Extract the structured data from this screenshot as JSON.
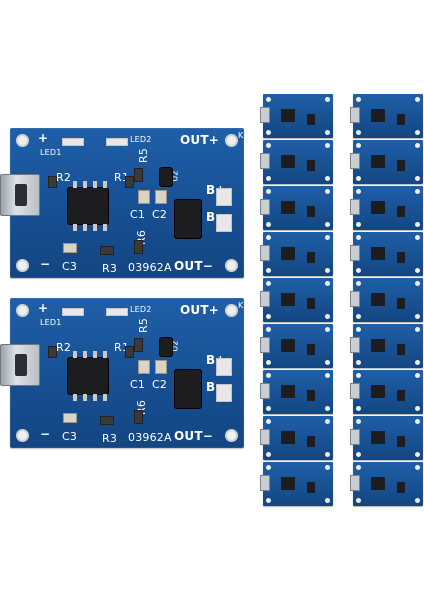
{
  "image": {
    "description_labels": {
      "plus": "+",
      "minus": "−",
      "led1": "LED1",
      "led2": "LED2",
      "r1": "R1",
      "r2": "R2",
      "r3": "R3",
      "r5": "R5",
      "r6": "R6",
      "c1": "C1",
      "c2": "C2",
      "c3": "C3",
      "out_plus": "OUT+",
      "out_minus": "OUT−",
      "b_plus": "B+",
      "b_minus": "B−",
      "code": "03962A",
      "k": "K",
      "u2": "U2"
    }
  },
  "colors": {
    "pcb": "#1a559c",
    "silkscreen": "#ffffff",
    "background": "#ffffff"
  }
}
